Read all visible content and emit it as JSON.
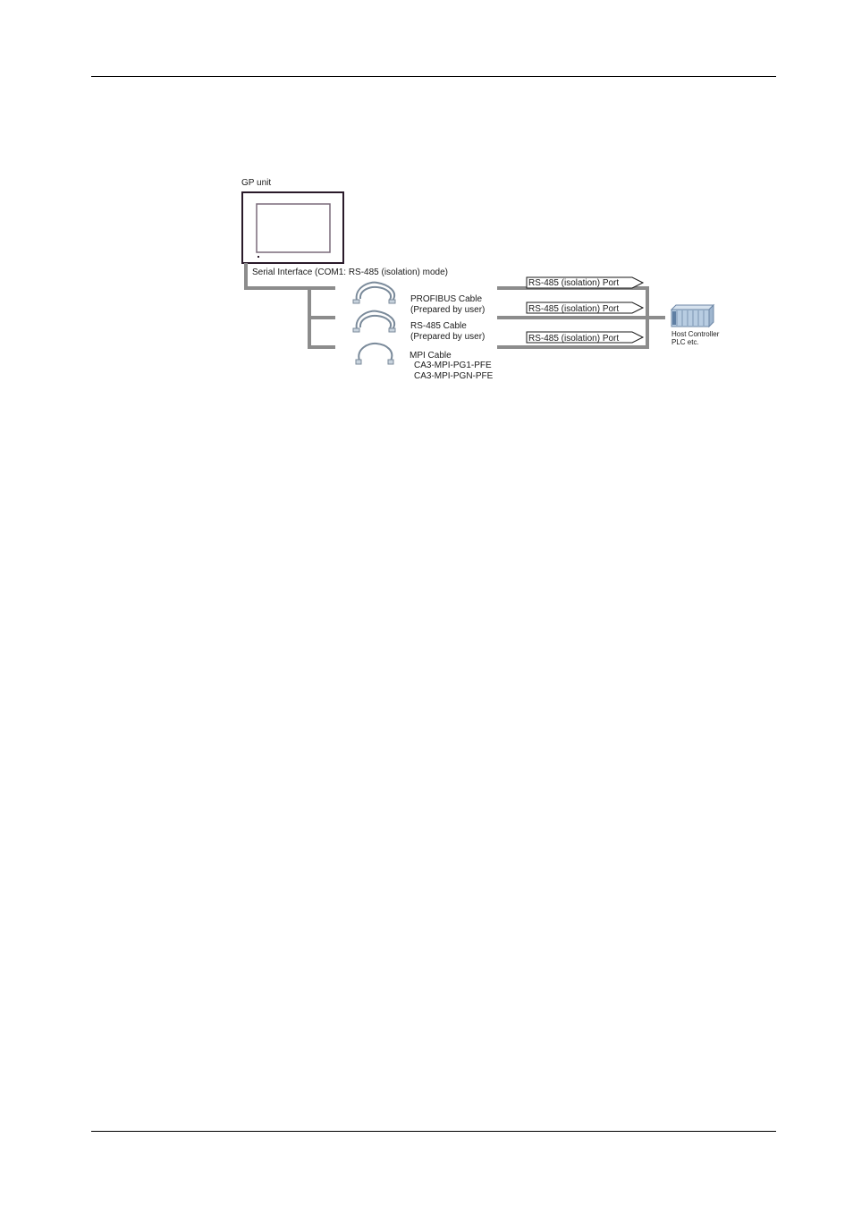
{
  "diagram": {
    "gp_unit_label": "GP unit",
    "serial_interface_label": "Serial Interface (COM1: RS-485 (isolation) mode)",
    "cables": [
      {
        "name": "PROFIBUS Cable",
        "note": "(Prepared by user)",
        "port_label": "RS-485 (isolation) Port"
      },
      {
        "name": "RS-485 Cable",
        "note": "(Prepared by user)",
        "port_label": "RS-485 (isolation) Port"
      },
      {
        "name": "MPI Cable",
        "models": [
          "CA3-MPI-PG1-PFE",
          "CA3-MPI-PGN-PFE"
        ],
        "port_label": "RS-485 (isolation) Port"
      }
    ],
    "host": {
      "line1": "Host Controller",
      "line2": "PLC etc."
    },
    "colors": {
      "wire": "#8c8c8c",
      "gp_frame": "#2a1a2a",
      "gp_screen": "#7a6a7a",
      "plc_body": "#b8cde2",
      "plc_edge": "#6d87a6"
    }
  }
}
